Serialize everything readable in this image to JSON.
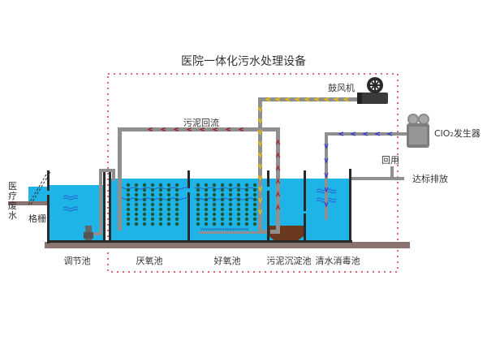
{
  "title": "医院一体化污水处理设备",
  "labels": {
    "inlet": [
      "医",
      "疗",
      "废",
      "水"
    ],
    "screen": "格栅",
    "sludge_return": "污泥回流",
    "blower": "鼓风机",
    "clo2_prefix": "ClO",
    "clo2_sub": "2",
    "clo2_suffix": "发生器",
    "reuse": "回用",
    "discharge": "达标排放"
  },
  "tanks": [
    {
      "name": "调节池"
    },
    {
      "name": "厌氧池"
    },
    {
      "name": "好氧池"
    },
    {
      "name": "污泥沉淀池"
    },
    {
      "name": "清水消毒池"
    }
  ],
  "colors": {
    "water": "#1eb4e8",
    "wall": "#2a2a2a",
    "base": "#8a7470",
    "pipe": "#8f8f8f",
    "sludge": "#6b3a1e",
    "dashed_border": "#d9304a",
    "air_arrow": "#f2c200",
    "return_arrow": "#a02828",
    "clo2_arrow": "#3a3ad8",
    "media": "#1e5a3c"
  }
}
